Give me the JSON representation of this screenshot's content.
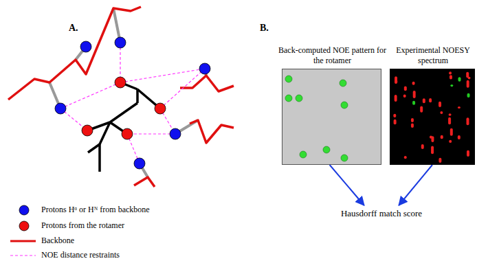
{
  "diagram": {
    "nodes": [
      {
        "text": [
          "Back-computed NOE pattern for the rotamer"
        ]
      },
      {
        "text": [
          "Experimental NOESY spectrum"
        ]
      },
      {
        "text": [
          "Hausdorff match score"
        ]
      }
    ],
    "edges": [
      {
        "from": 0,
        "to": 2,
        "arrow": "to"
      },
      {
        "from": 1,
        "to": 2,
        "arrow": "to"
      }
    ],
    "labels": [
      "A.",
      "B."
    ],
    "legend": [
      {
        "text": "Protons Hᵅ or Hᴺ from backbone"
      },
      {
        "text": "Protons from the rotamer"
      },
      {
        "text": "Backbone"
      },
      {
        "text": "NOE distance restraints"
      }
    ]
  }
}
